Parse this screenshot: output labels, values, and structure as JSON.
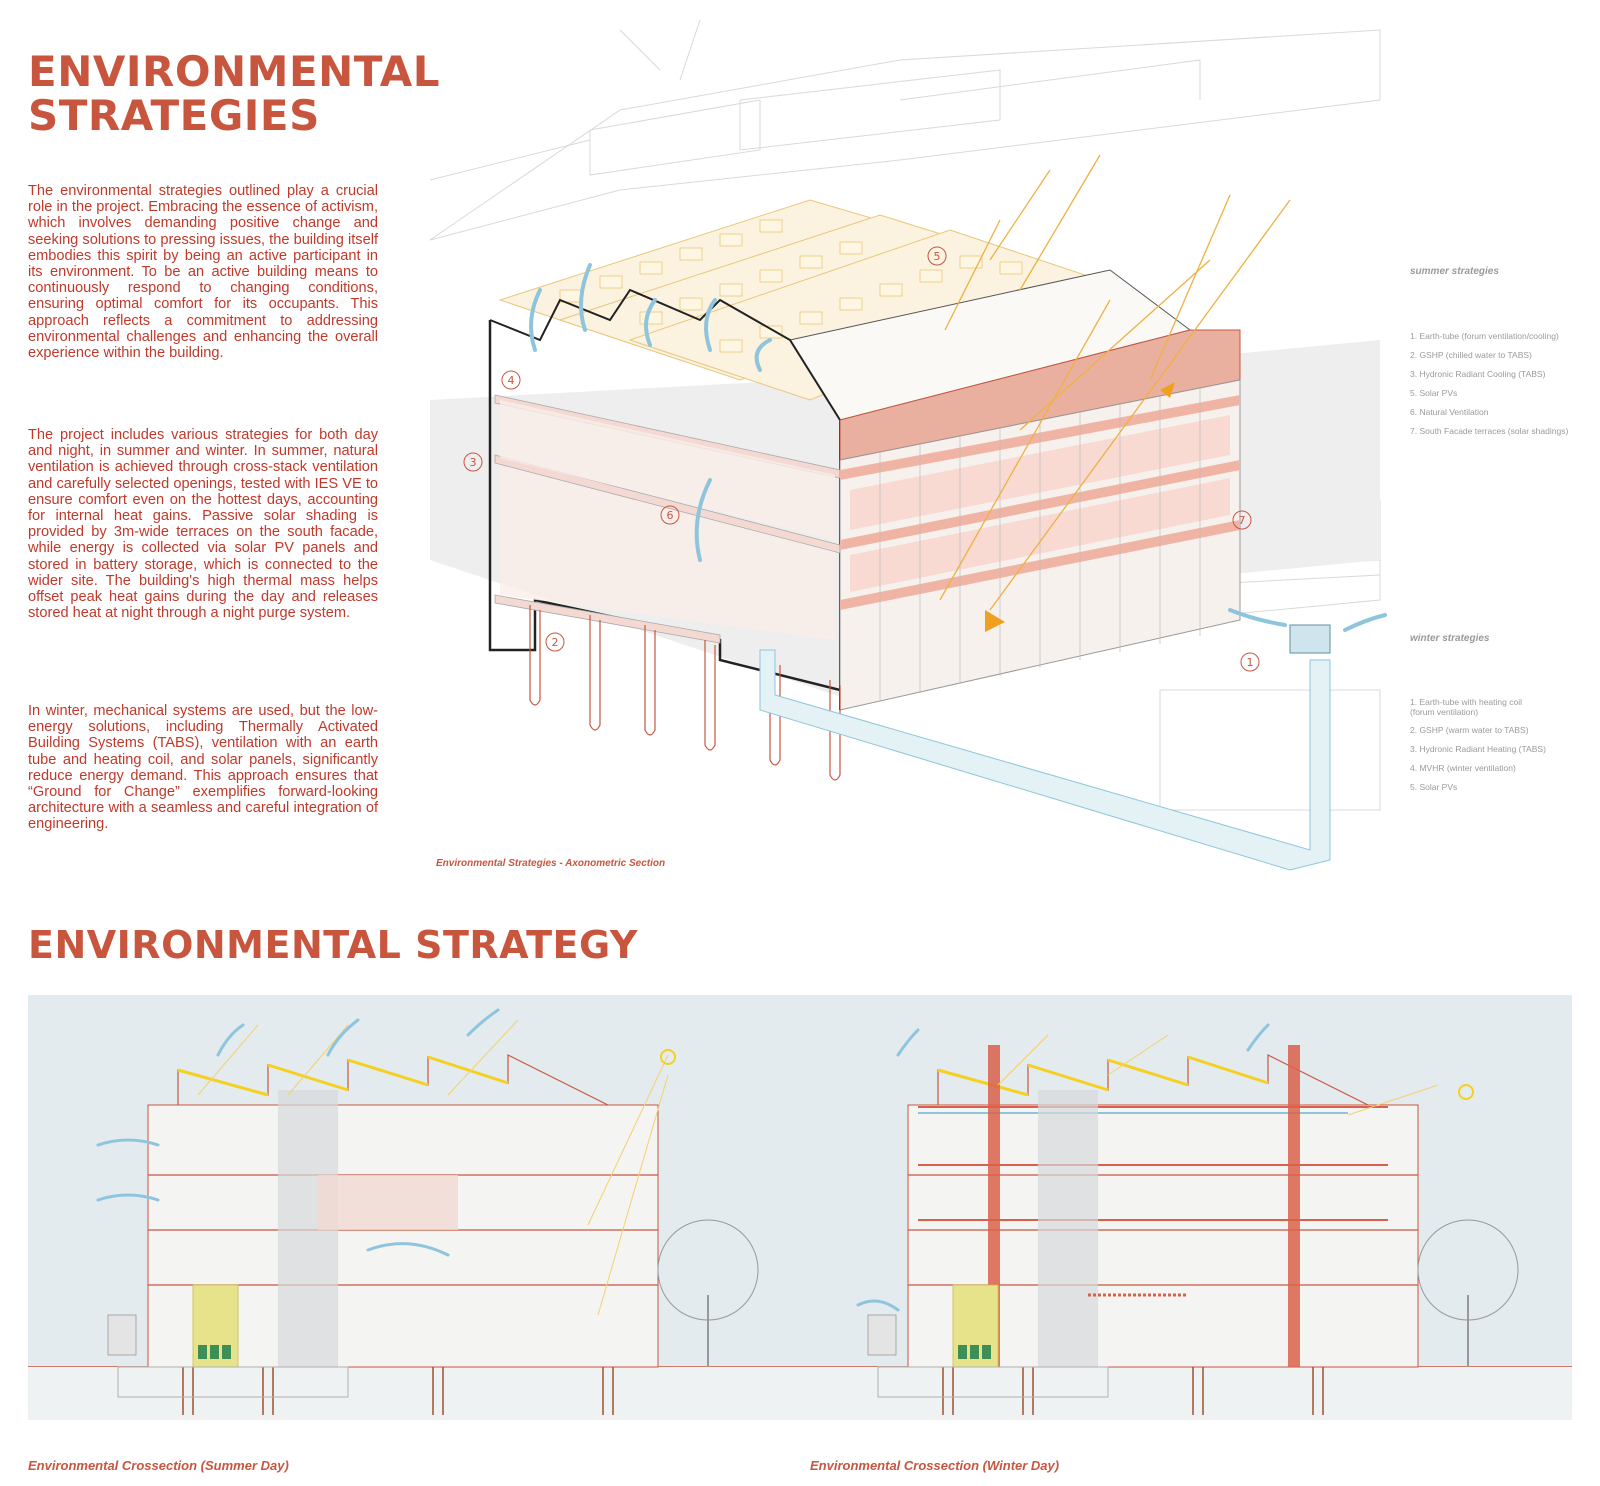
{
  "top_section": {
    "title_line1": "ENVIRONMENTAL",
    "title_line2": "STRATEGIES",
    "paragraphs": [
      "The environmental strategies outlined play a crucial role in the project. Embracing the essence of activism, which involves demanding positive change and seeking solutions to pressing issues, the building itself embodies this spirit by being an active participant in its environment. To be an active building means to continuously respond to changing conditions, ensuring optimal comfort for its occupants. This approach reflects a commitment to addressing environmental challenges and enhancing the overall experience within the building.",
      "The project includes various strategies for both day and night, in summer and winter. In summer, natural ventilation is achieved through cross-stack ventilation and carefully selected openings, tested with IES VE to ensure comfort even on the hottest days, accounting for internal heat gains. Passive solar shading is provided by 3m-wide terraces on the south facade, while energy is collected via solar PV panels and stored in battery storage, which is connected to the wider site. The building's high thermal mass helps offset peak heat gains during the day and releases stored heat at night through a night purge system.",
      "In winter, mechanical systems are used, but the low-energy solutions, including Thermally Activated Building Systems (TABS), ventilation with an earth tube and heating coil, and solar panels, significantly reduce energy demand. This approach ensures that “Ground for Change” exemplifies forward-looking architecture with a seamless and careful integration of engineering."
    ],
    "axo_caption": "Environmental Strategies - Axonometric Section",
    "markers": [
      "1",
      "2",
      "3",
      "4",
      "5",
      "6",
      "7"
    ]
  },
  "legend": {
    "summer_heading": "summer strategies",
    "summer_items": [
      "1. Earth-tube (forum ventilation/cooling)",
      "2. GSHP (chilled water to TABS)",
      "3. Hydronic Radiant Cooling (TABS)",
      "5. Solar PVs",
      "6. Natural Ventilation",
      "7. South Facade terraces (solar shadings)"
    ],
    "winter_heading": "winter strategies",
    "winter_items": [
      "1. Earth-tube with heating coil (forum ventilation)",
      "2. GSHP (warm water to TABS)",
      "3. Hydronic Radiant Heating (TABS)",
      "4. MVHR (winter ventilation)",
      "5. Solar PVs"
    ]
  },
  "bottom_section": {
    "title": "ENVIRONMENTAL STRATEGY",
    "summer_caption": "Environmental Crossection (Summer Day)",
    "winter_caption": "Environmental Crossection (Winter Day)"
  },
  "colors": {
    "accent": "#c8563f",
    "facade": "#e8a898",
    "sun_ray": "#f0b040",
    "air": "#8ec5dc",
    "panel_bg": "#e3ebee"
  }
}
